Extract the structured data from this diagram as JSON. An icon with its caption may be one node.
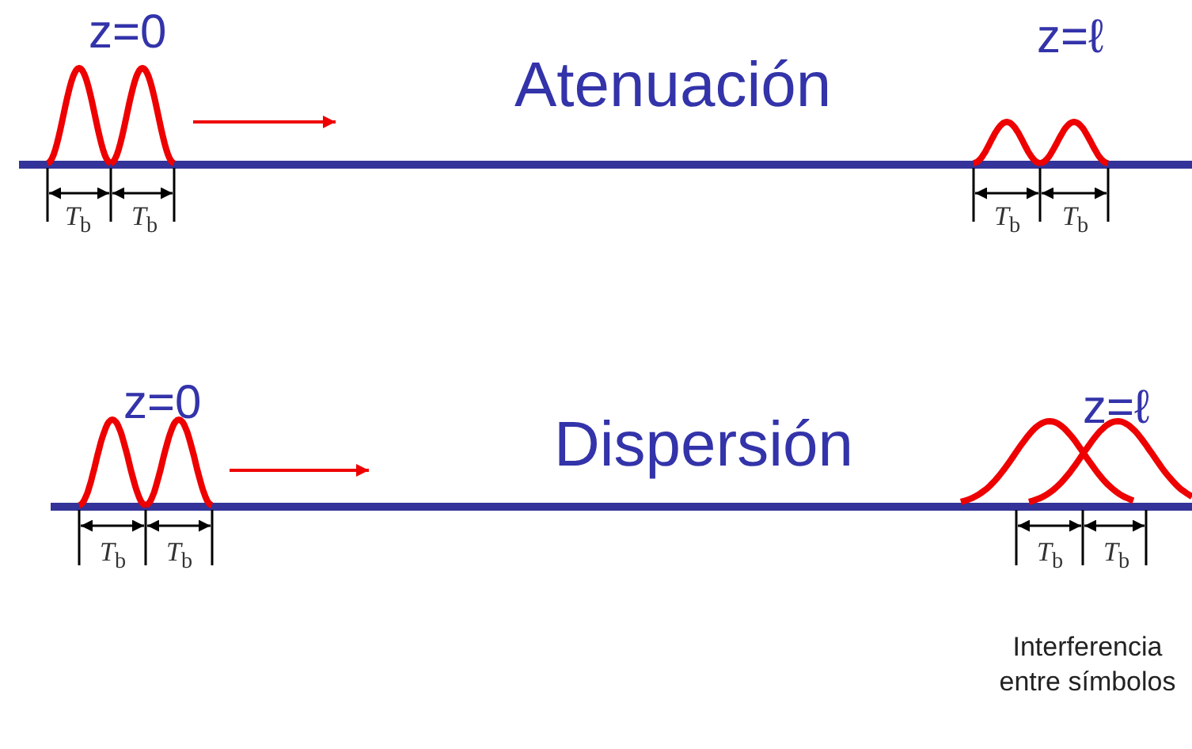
{
  "diagram": {
    "labels": [
      "z=0",
      "Atenuación",
      "z=ℓ",
      "*T*$_{b}$",
      "*T*$_{b}$",
      "*T*$_{b}$",
      "*T*$_{b}$",
      "z=0",
      "z=ℓ",
      "Dispersión",
      "*T*$_{b}$",
      "*T*$_{b}$",
      "*T*$_{b}$",
      "*T*$_{b}$",
      "Interferencia entre símbolos"
    ]
  }
}
